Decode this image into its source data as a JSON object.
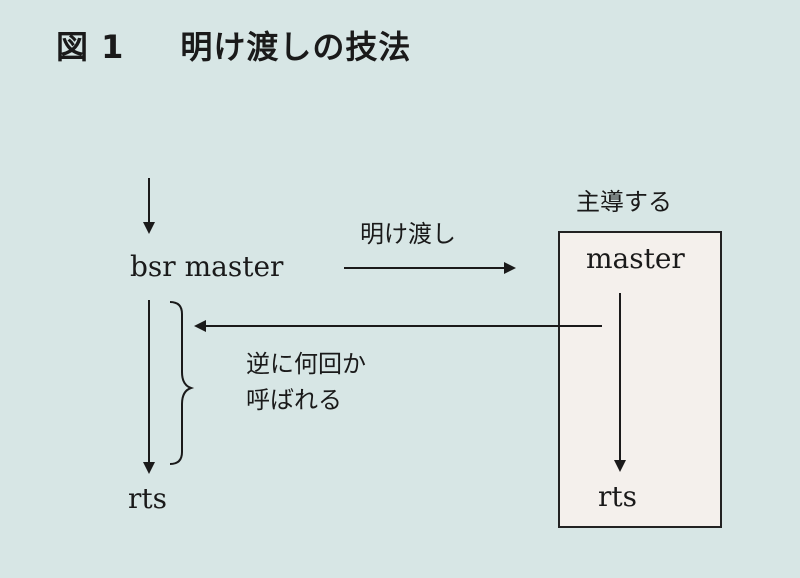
{
  "figure": {
    "label": "図 1",
    "title": "明け渡しの技法"
  },
  "left": {
    "top_label": "bsr master",
    "bottom_label": "rts"
  },
  "handoff": {
    "label": "明け渡し"
  },
  "callback": {
    "line1": "逆に何回か",
    "line2": "呼ばれる"
  },
  "right": {
    "caption": "主導する",
    "top_label": "master",
    "bottom_label": "rts"
  },
  "colors": {
    "background": "#d7e6e5",
    "box_fill": "#f4f0ec",
    "ink": "#1a1a1a"
  }
}
